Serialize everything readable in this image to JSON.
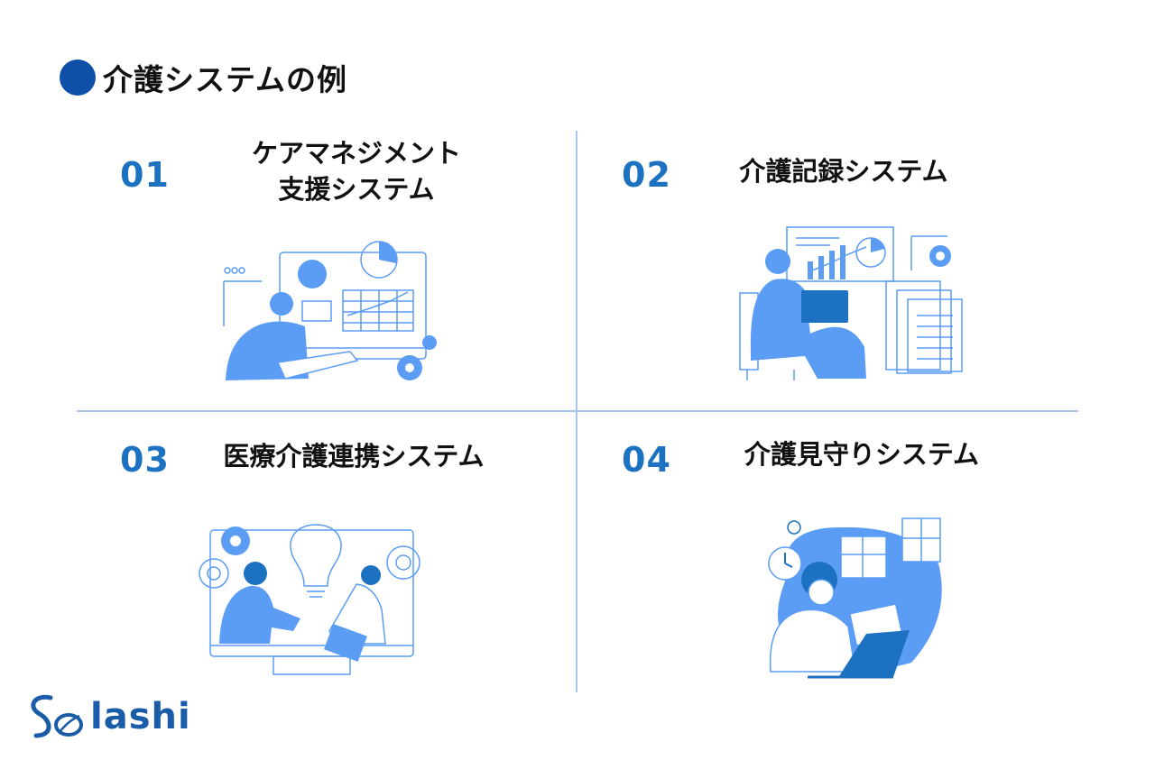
{
  "header": {
    "title": "介護システムの例"
  },
  "cards": [
    {
      "num": "01",
      "line1": "ケアマネジメント",
      "line2": "支援システム"
    },
    {
      "num": "02",
      "line1": "介護記録システム"
    },
    {
      "num": "03",
      "line1": "医療介護連携システム"
    },
    {
      "num": "04",
      "line1": "介護見守りシステム"
    }
  ],
  "logo": {
    "text": "lashi"
  },
  "colors": {
    "accent": "#0e4fa8",
    "number": "#1c72c0",
    "illustration": "#5b9cf5",
    "divider": "#a8c7f0"
  }
}
